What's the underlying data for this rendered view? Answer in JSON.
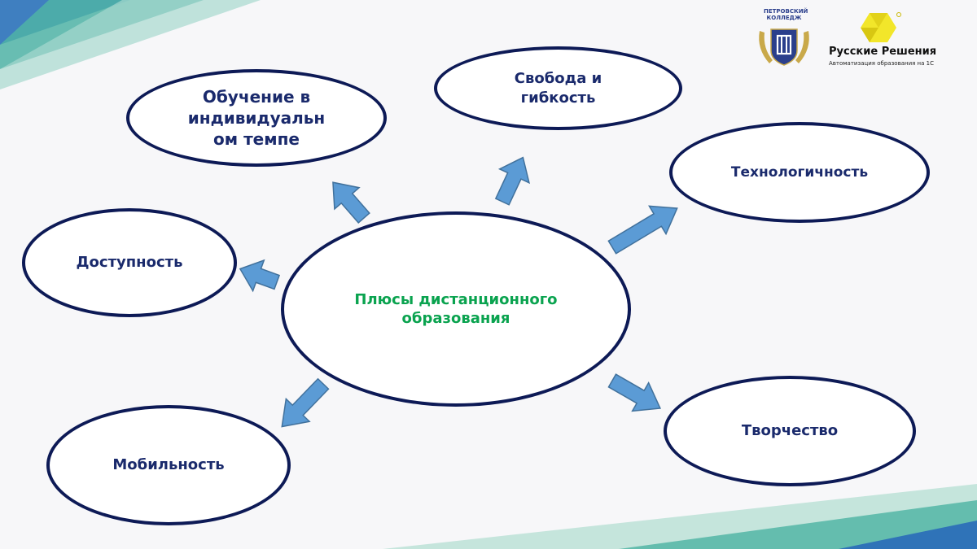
{
  "center": {
    "label": "Плюсы дистанционного образования"
  },
  "nodes": {
    "individual_pace": "Обучение в индивидуальн ом темпе",
    "freedom": "Свобода и гибкость",
    "technology": "Технологичность",
    "accessibility": "Доступность",
    "mobility": "Мобильность",
    "creativity": "Творчество"
  },
  "logos": {
    "college_caption": "ПЕТРОВСКИЙ КОЛЛЕДЖ",
    "college_emblem_letters": "П",
    "company_name": "Русские Решения",
    "company_tagline": "Автоматизация образования на 1С"
  },
  "colors": {
    "ellipse_border": "#0d1a56",
    "node_text": "#1a2a6c",
    "center_text": "#0aa34f",
    "arrow_fill": "#5b9bd5",
    "arrow_stroke": "#41719c"
  }
}
